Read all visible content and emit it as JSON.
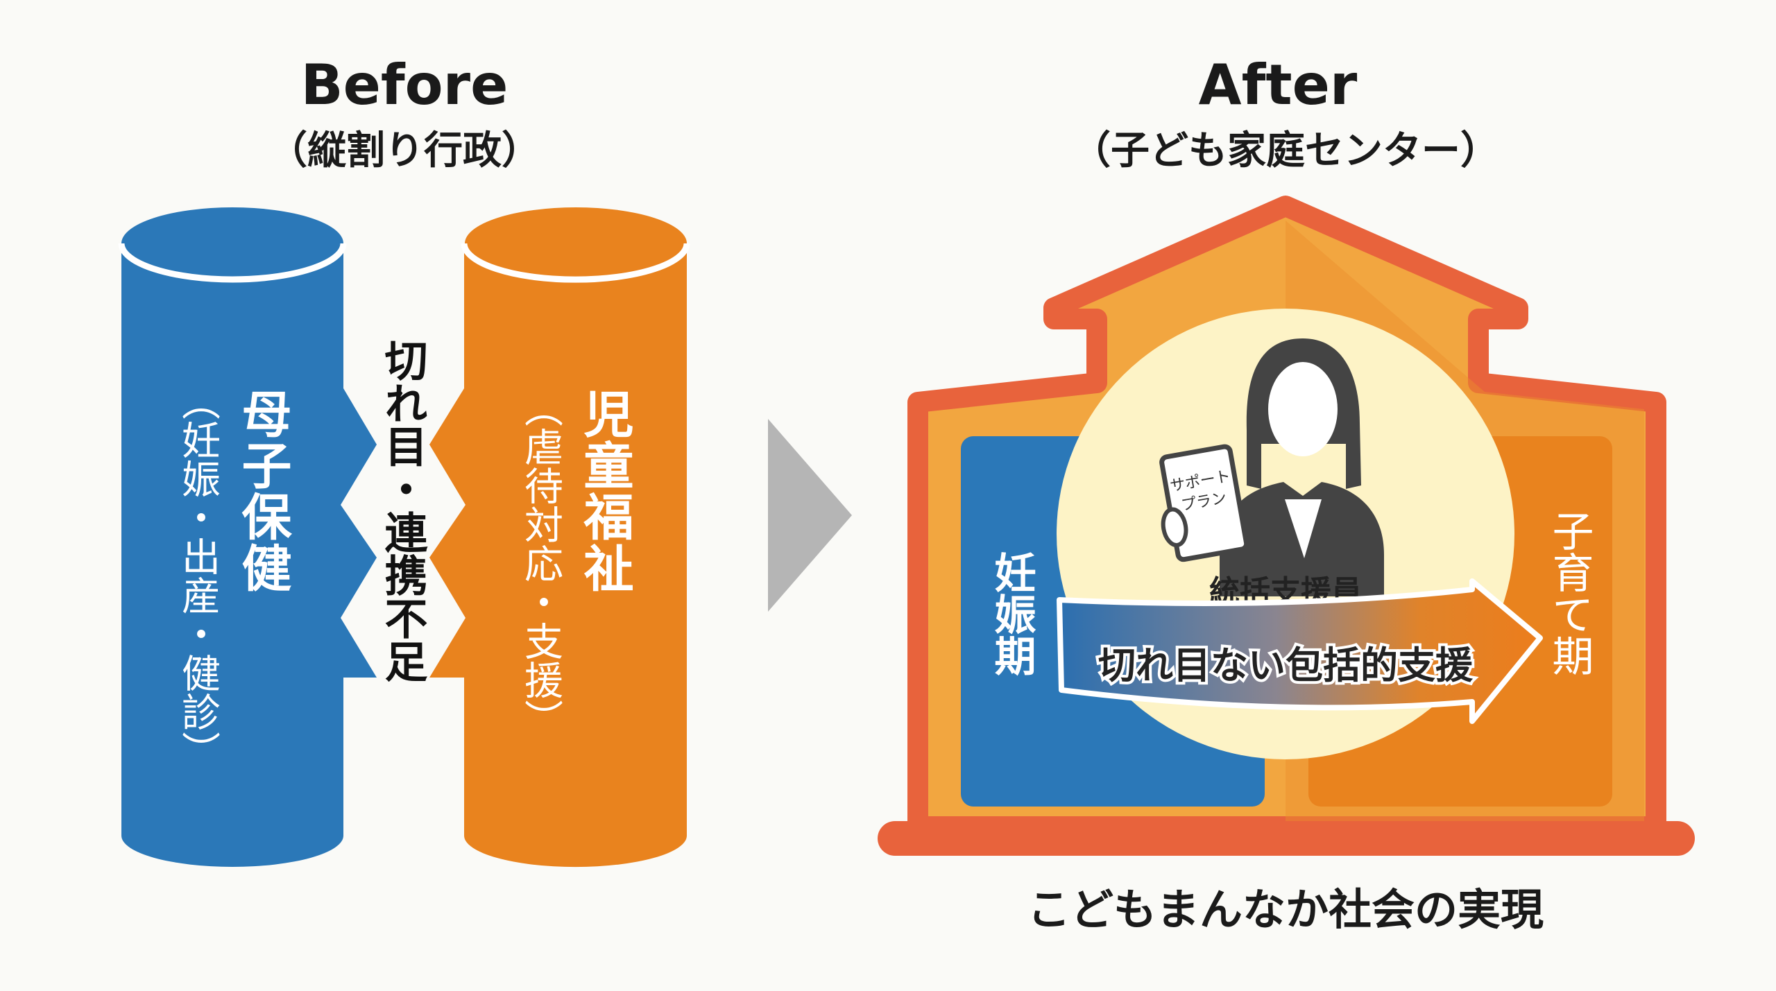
{
  "before": {
    "title": "Before",
    "subtitle": "（縦割り行政）",
    "left_pillar": {
      "title": "母子保健",
      "detail": "（妊娠・出産・健診）"
    },
    "right_pillar": {
      "title": "児童福祉",
      "detail": "（虐待対応・支援）"
    },
    "gap_label": "切れ目・連携不足"
  },
  "after": {
    "title": "After",
    "subtitle": "（子ども家庭センター）",
    "clipboard_text": [
      "サポート",
      "プラン"
    ],
    "coordinator_label": "統括支援員",
    "arrow_label": "切れ目ない包括的支援",
    "left_stage": "妊娠期",
    "right_stage": "子育て期",
    "caption": "こどもまんなか社会の実現"
  },
  "colors": {
    "blue": "#2b78b8",
    "orange": "#e9831e",
    "roof_red": "#e8633c",
    "house_fill": "#f2a640",
    "circle": "#fdf3c6",
    "arrow_gray": "#b5b5b5"
  }
}
